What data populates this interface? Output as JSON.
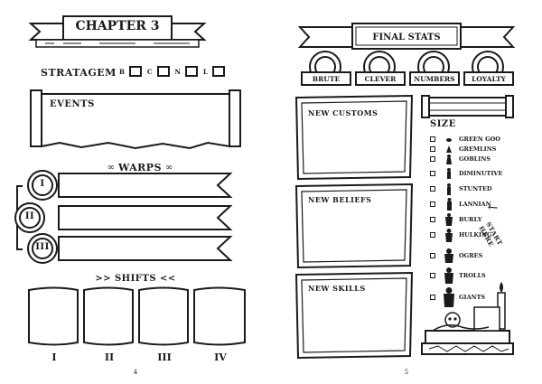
{
  "left": {
    "chapter_title": "CHAPTER 3",
    "stratagem": {
      "label": "STRATAGEM",
      "options": [
        "B",
        "C",
        "N",
        "L"
      ]
    },
    "events_label": "EVENTS",
    "warps_label": "WARPS",
    "warp_symbols": [
      "I",
      "II",
      "III"
    ],
    "shifts_label": ">> SHIFTS <<",
    "shift_symbols": [
      "I",
      "II",
      "III",
      "IV"
    ],
    "page_number": "4"
  },
  "right": {
    "final_stats_title": "FINAL STATS",
    "stats": [
      "BRUTE",
      "CLEVER",
      "NUMBERS",
      "LOYALTY"
    ],
    "new_customs_label": "NEW CUSTOMS",
    "new_beliefs_label": "NEW BELIEFS",
    "new_skills_label": "NEW SKILLS",
    "size_label": "SIZE",
    "sizes": [
      "GREEN GOO",
      "GREMLINS",
      "GOBLINS",
      "DIMINUTIVE",
      "STUNTED",
      "LANNIAN",
      "BURLY",
      "HULKING",
      "OGRES",
      "TROLLS",
      "GIANTS"
    ],
    "start_here": "START HERE",
    "page_number": "5"
  }
}
